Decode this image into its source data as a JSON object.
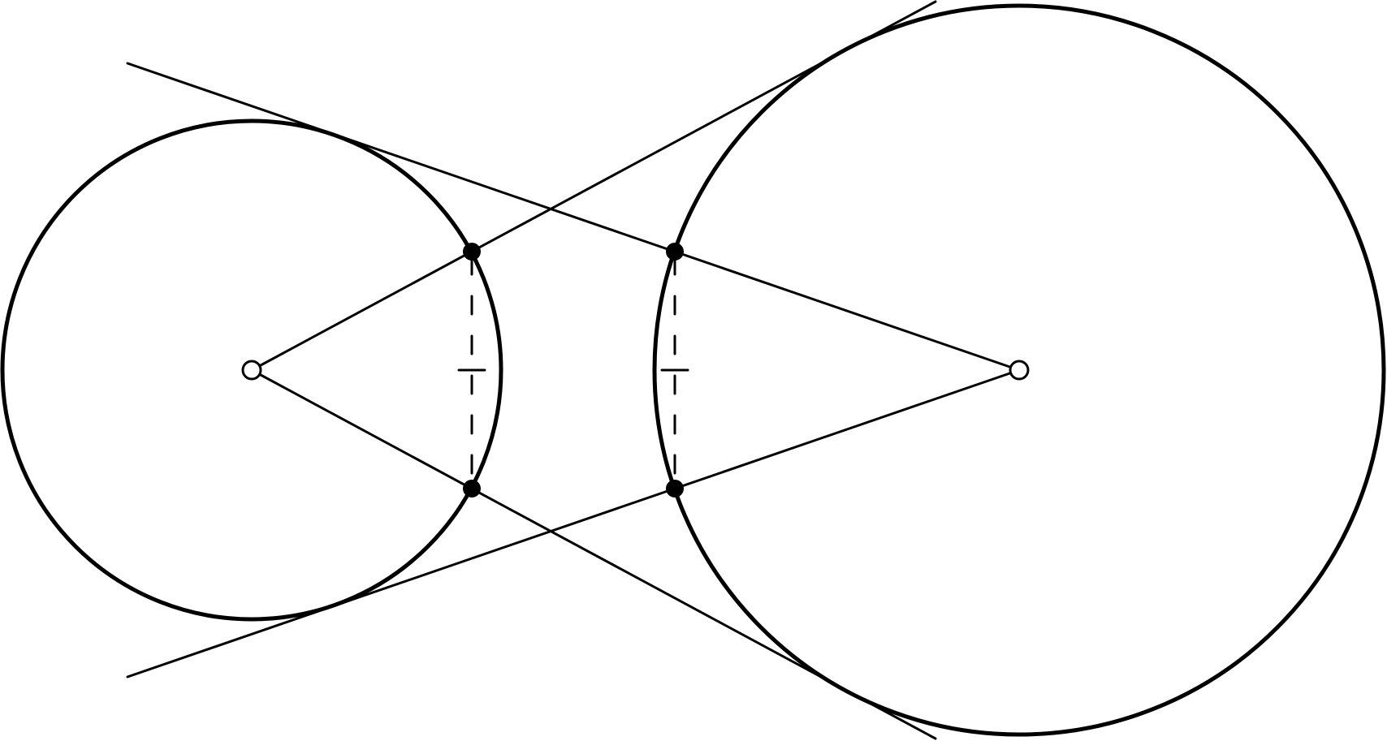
{
  "diagram": {
    "circles": [
      {
        "id": "left-circle",
        "role": "smaller circle"
      },
      {
        "id": "right-circle",
        "role": "larger circle"
      }
    ],
    "tangent_lines_per_center": 2,
    "chords": 2,
    "colors": {
      "stroke": "#000000",
      "background": "#ffffff",
      "center_fill": "#ffffff"
    }
  }
}
